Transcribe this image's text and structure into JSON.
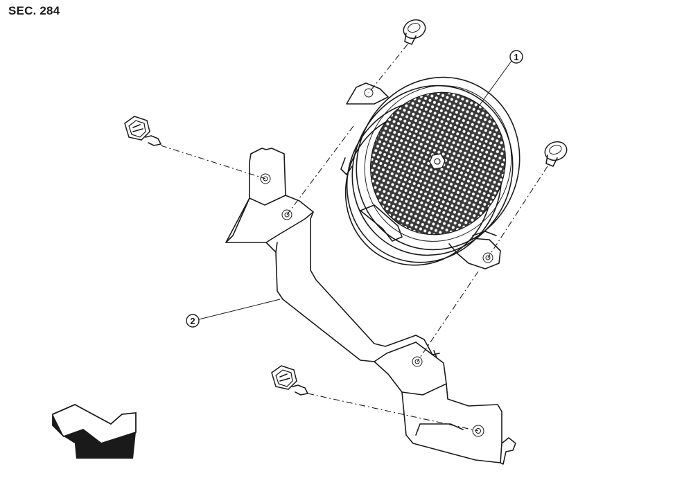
{
  "header": {
    "section_label": "SEC. 284"
  },
  "callouts": [
    {
      "number": "1",
      "part": "speaker"
    },
    {
      "number": "2",
      "part": "bracket"
    }
  ],
  "icons": {
    "direction_arrow": "front-direction-arrow-icon",
    "bolts": "hex-bolt-icon",
    "screws": "screw-icon"
  },
  "colors": {
    "line": "#1a1a1a",
    "background": "#ffffff",
    "grille": "#3a3a3a"
  }
}
